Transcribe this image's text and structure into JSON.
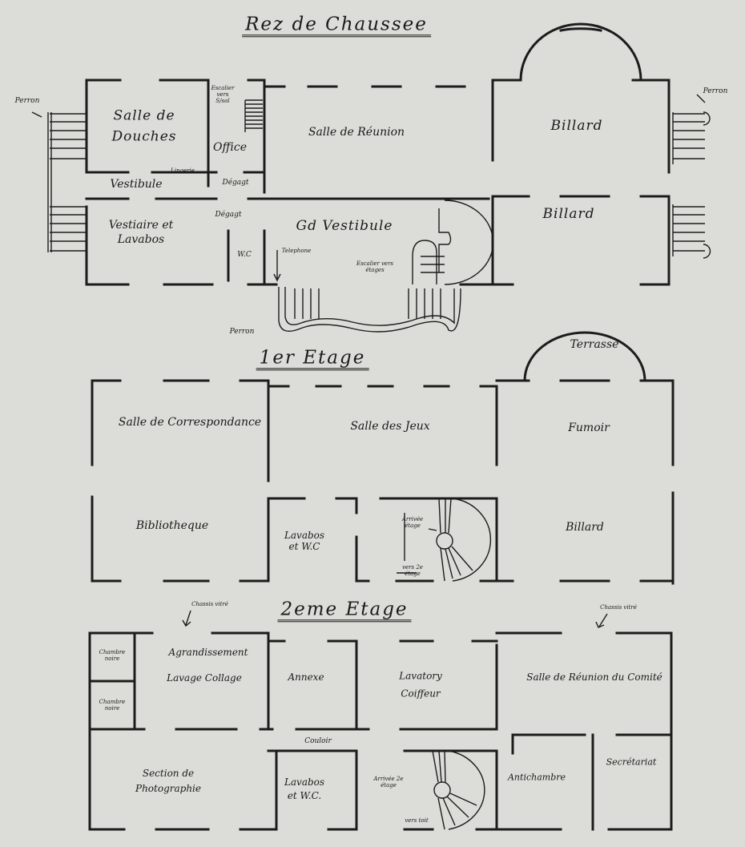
{
  "ground_floor": {
    "title": "Rez de Chaussee",
    "rooms": {
      "perron_left": "Perron",
      "salle_douches": "Salle de Douches",
      "escalier_sol": "Escalier vers S/sol",
      "office": "Office",
      "salle_reunion": "Salle de Réunion",
      "billard_1": "Billard",
      "perron_right": "Perron",
      "lingerie": "Lingerie",
      "vestibule": "Vestibule",
      "degagt_1": "Dégagt",
      "vestiaire": "Vestiaire et Lavabos",
      "degagt_2": "Dégagt",
      "grand_vestibule": "Gd Vestibule",
      "wc": "W.C",
      "telephone": "Telephone",
      "escalier_etages": "Escalier vers étages",
      "billard_2": "Billard",
      "perron_bottom": "Perron"
    }
  },
  "first_floor": {
    "title": "1er Etage",
    "rooms": {
      "terrasse": "Terrasse",
      "salle_correspondance": "Salle de Correspondance",
      "salle_jeux": "Salle des Jeux",
      "fumoir": "Fumoir",
      "bibliotheque": "Bibliotheque",
      "lavabos_wc": "Lavabos et W.C",
      "arrivee_etage": "Arrivée étage",
      "vers_etage": "vers 2e étage",
      "billard": "Billard"
    }
  },
  "second_floor": {
    "title": "2eme Etage",
    "rooms": {
      "chassis_left": "Chassis vitré",
      "chassis_right": "Chassis vitré",
      "chambre_noire_1": "Chambre noire",
      "chambre_noire_2": "Chambre noire",
      "agrandissement": "Agrandissement",
      "lavage_collage": "Lavage Collage",
      "annexe": "Annexe",
      "lavatory": "Lavatory Coiffeur",
      "salle_reunion_comite": "Salle de Réunion du Comité",
      "couloir": "Couloir",
      "section_photo": "Section de Photographie",
      "lavabos_wc": "Lavabos et W.C.",
      "arrivee_etage": "Arrivée 2e étage",
      "vers_toit": "vers toit",
      "antichambre": "Antichambre",
      "secretariat": "Secrétariat"
    }
  }
}
